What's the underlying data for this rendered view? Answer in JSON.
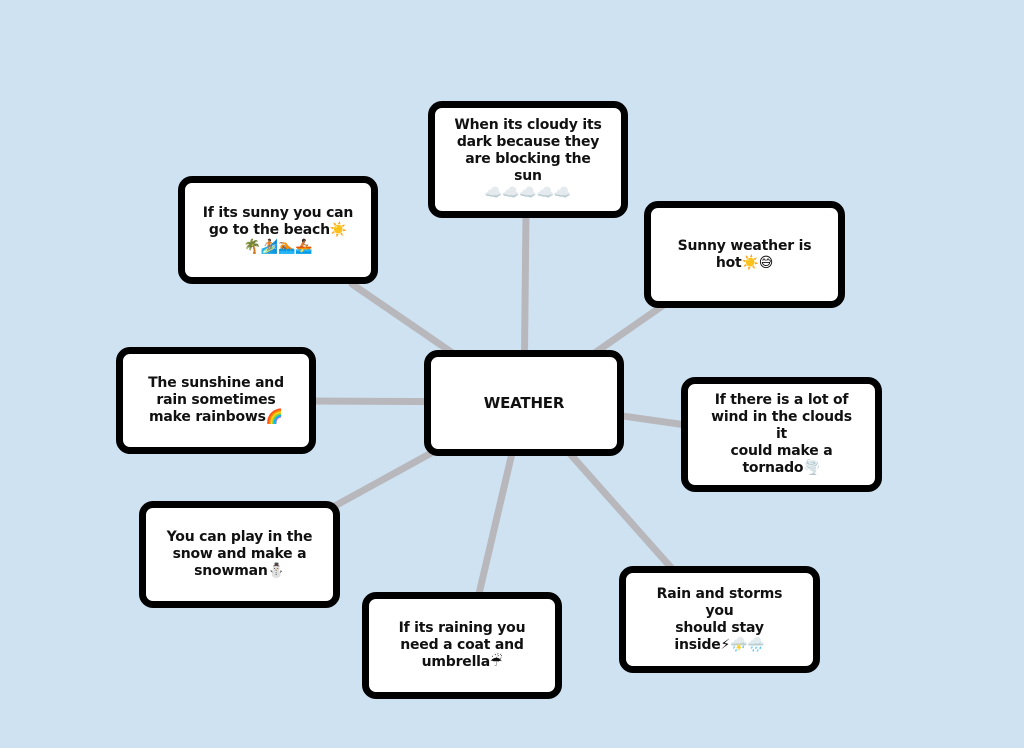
{
  "colors": {
    "background": "#cfe2f2",
    "connector": "#b8b8bc",
    "node_border": "#000000",
    "node_fill": "#ffffff"
  },
  "diagram": {
    "type": "mind-map",
    "center": {
      "label": "WEATHER"
    },
    "nodes": [
      {
        "id": "cloudy",
        "label": "When its cloudy its\ndark because they\nare blocking the sun\n☁️☁️☁️☁️☁️"
      },
      {
        "id": "beach",
        "label": "If its sunny you can\ngo to the beach☀️\n🌴🏄🏽🏊🏾🚣🏾"
      },
      {
        "id": "hot",
        "label": "Sunny weather is\nhot☀️😅"
      },
      {
        "id": "rainbow",
        "label": "The sunshine and\nrain sometimes\nmake rainbows🌈"
      },
      {
        "id": "tornado",
        "label": "If there is a lot of\nwind in the clouds it\ncould make a\ntornado🌪️"
      },
      {
        "id": "snow",
        "label": "You can play in the\nsnow and make a\nsnowman⛄"
      },
      {
        "id": "umbrella",
        "label": "If its raining you\nneed a coat and\numbrella☔"
      },
      {
        "id": "storms",
        "label": "Rain and storms you\nshould stay\ninside⚡⛈️🌧️"
      }
    ]
  }
}
